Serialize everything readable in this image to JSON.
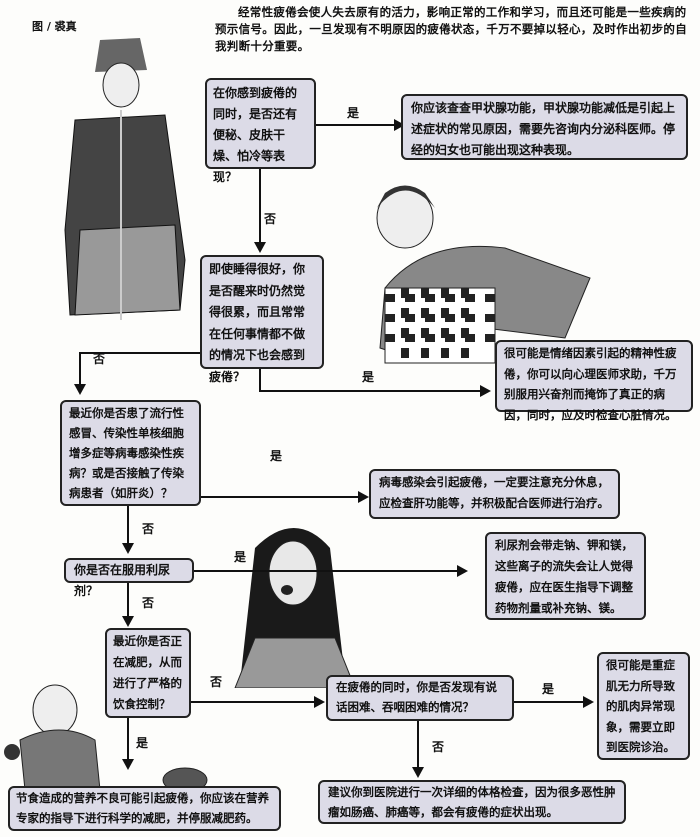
{
  "intro": "经常性疲倦会使人失去原有的活力，影响正常的工作和学习，而且还可能是一些疾病的预示信号。因此，一旦发现有不明原因的疲倦状态，千万不要掉以轻心，及时作出初步的自我判断十分重要。",
  "credit": "图 / 裘真",
  "labels": {
    "yes": "是",
    "no": "否"
  },
  "questions": [
    "在你感到疲倦的同时，是否还有便秘、皮肤干燥、怕冷等表现？",
    "即使睡得很好，你是否醒来时仍然觉得很累，而且常常在任何事情都不做的情况下也会感到疲倦？",
    "最近你是否患了流行性感冒、传染性单核细胞增多症等病毒感染性疾病？或是否接触了传染病患者（如肝炎）？",
    "你是否在服用利尿剂？",
    "最近你是否正在减肥，从而进行了严格的饮食控制？",
    "在疲倦的同时，你是否发现有说话困难、吞咽困难的情况？"
  ],
  "results": [
    "你应该查查甲状腺功能，甲状腺功能减低是引起上述症状的常见原因，需要先咨询内分泌科医师。停经的妇女也可能出现这种表现。",
    "很可能是情绪因素引起的精神性疲倦，你可以向心理医师求助，千万别服用兴奋剂而掩饰了真正的病因，同时，应及时检查心脏情况。",
    "病毒感染会引起疲倦，一定要注意充分休息，应检查肝功能等，并积极配合医师进行治疗。",
    "利尿剂会带走钠、钾和镁，这些离子的流失会让人觉得疲倦，应在医生指导下调整药物剂量或补充钠、镁。",
    "很可能是重症肌无力所导致的肌肉异常现象，需要立即到医院诊治。",
    "建议你到医院进行一次详细的体格检查，因为很多恶性肿瘤如肠癌、肺癌等，都会有疲倦的症状出现。",
    "节食造成的营养不良可能引起疲倦，你应该在营养专家的指导下进行科学的减肥，并停服减肥药。"
  ],
  "colors": {
    "box": "#dcdbe7",
    "border": "#222222"
  }
}
